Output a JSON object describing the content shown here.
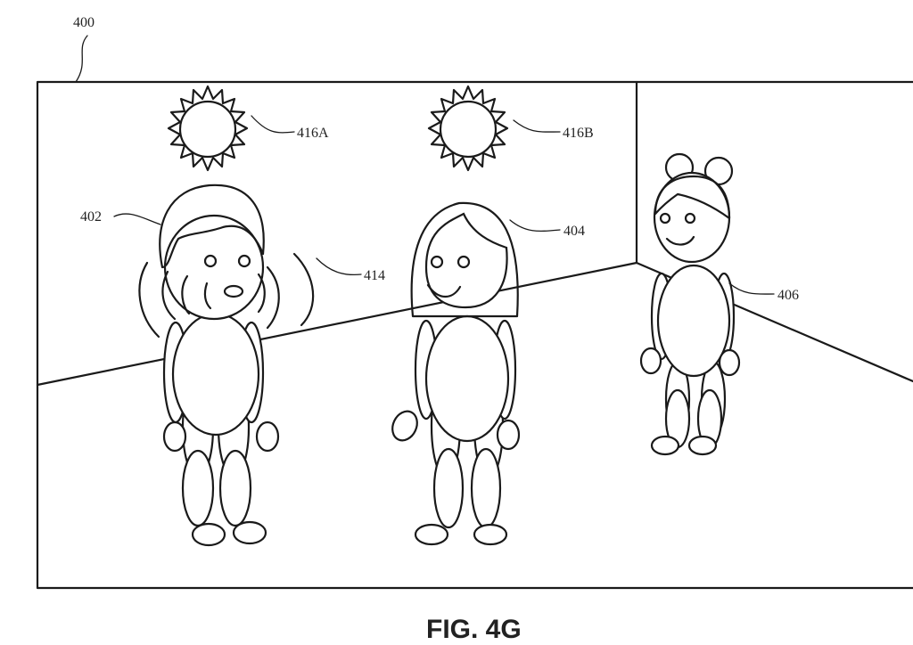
{
  "figure_label": "FIG. 4G",
  "references": {
    "scene": "400",
    "person_a": "402",
    "person_b": "404",
    "person_c": "406",
    "sound_waves": "414",
    "light_a": "416A",
    "light_b": "416B"
  },
  "colors": {
    "ink": "#1a1a1a",
    "background": "#ffffff"
  }
}
